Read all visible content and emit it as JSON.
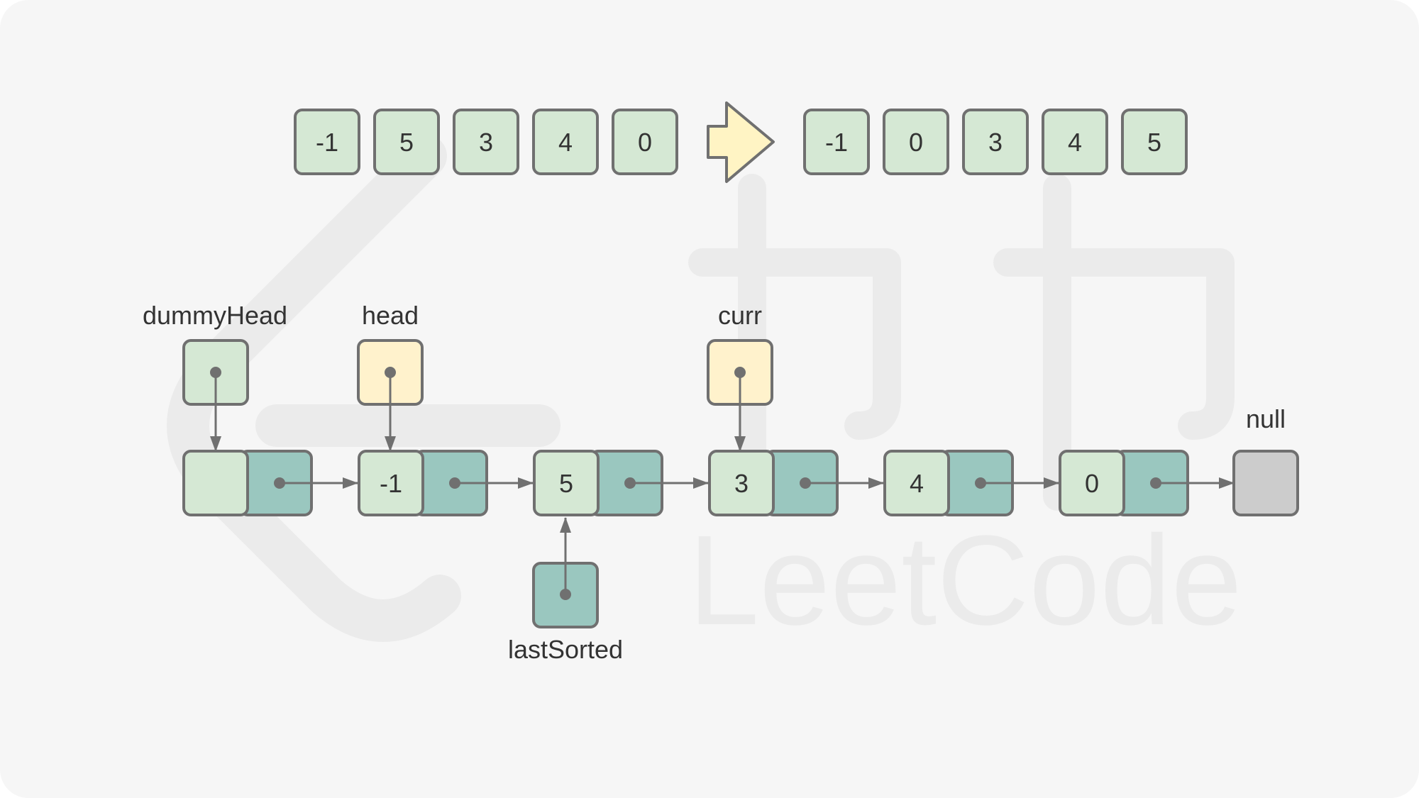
{
  "colors": {
    "background": "#f6f6f6",
    "stroke": "#707070",
    "value_fill": "#d5e8d4",
    "next_fill": "#9ac7bf",
    "pointer_fill": "#fff2cc",
    "null_fill": "#cccccc",
    "arrow_fill": "#fff4c4",
    "watermark": "#ebebeb"
  },
  "icons": {
    "transform_arrow": "right-arrow-icon",
    "watermark": "leetcode-logo-watermark"
  },
  "watermark_text": "LeetCode",
  "before_array": [
    "-1",
    "5",
    "3",
    "4",
    "0"
  ],
  "after_array": [
    "-1",
    "0",
    "3",
    "4",
    "5"
  ],
  "list": {
    "dummy_value": "",
    "nodes": [
      "-1",
      "5",
      "3",
      "4",
      "0"
    ],
    "null_label": "null"
  },
  "pointers": {
    "dummy_head": "dummyHead",
    "head": "head",
    "curr": "curr",
    "last_sorted": "lastSorted"
  }
}
